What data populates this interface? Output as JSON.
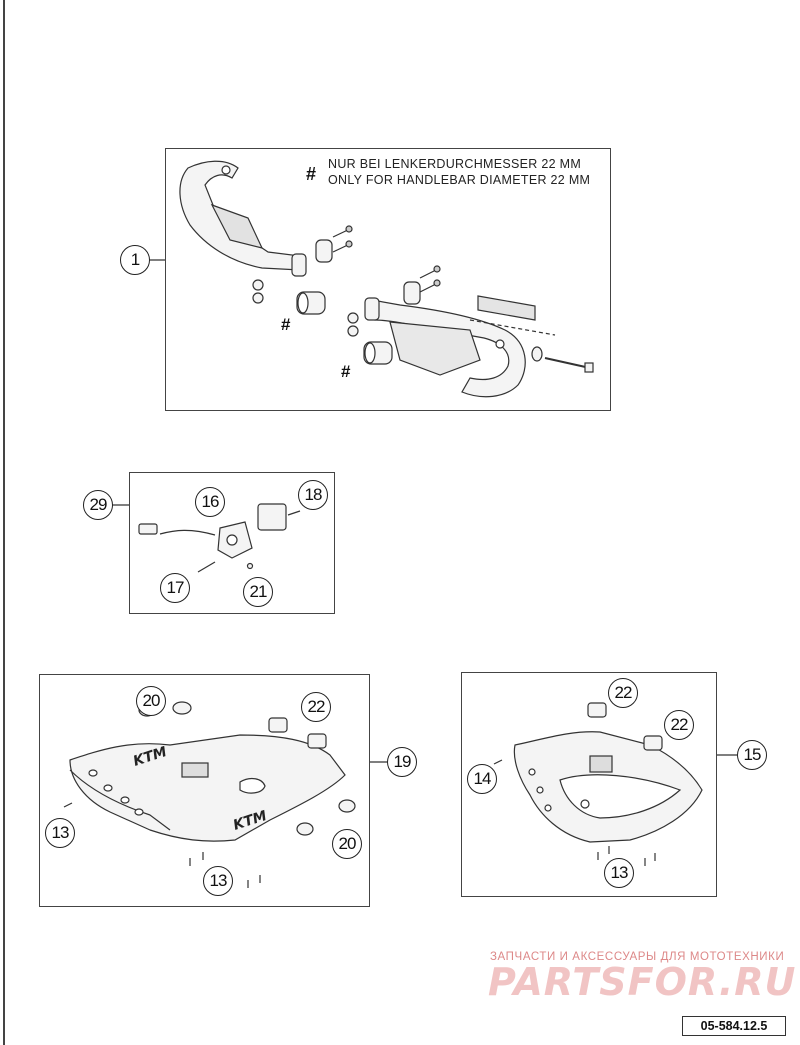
{
  "note": {
    "line1": "NUR BEI LENKERDURCHMESSER 22 MM",
    "line2": "ONLY FOR HANDLEBAR DIAMETER 22 MM",
    "hash_symbol": "#"
  },
  "callouts": {
    "c1": "1",
    "c29": "29",
    "c16": "16",
    "c18": "18",
    "c17": "17",
    "c21": "21",
    "c20a": "20",
    "c22a": "22",
    "c19": "19",
    "c13a": "13",
    "c20b": "20",
    "c13b": "13",
    "c22b": "22",
    "c22c": "22",
    "c14": "14",
    "c15": "15",
    "c13c": "13"
  },
  "watermark": {
    "tagline": "ЗАПЧАСТИ И АКСЕССУАРЫ ДЛЯ МОТОТЕХНИКИ",
    "logo": "PARTSFOR.RU"
  },
  "reference_code": "05-584.12.5",
  "skid_plate_logo": "KTM"
}
